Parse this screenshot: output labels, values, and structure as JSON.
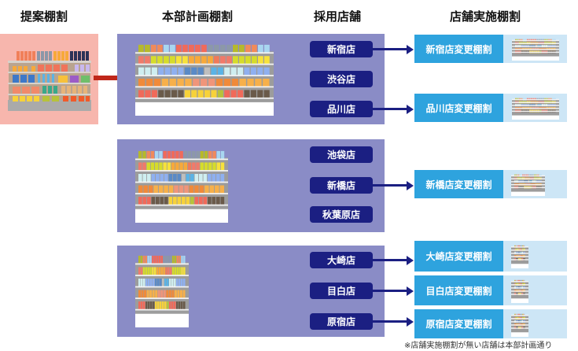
{
  "headers": {
    "proposal": "提案棚割",
    "hq_plan": "本部計画棚割",
    "adopted_stores": "採用店舗",
    "store_impl": "店舗実施棚割"
  },
  "colors": {
    "proposal_bg": "#f7b6ad",
    "plan_bg": "#8a8cc6",
    "store_badge": "#1b1f82",
    "result_label": "#2ea3de",
    "result_thumb": "#cde6f6",
    "proposal_arrow": "#c0271a"
  },
  "groups": [
    {
      "shelf_size": "large",
      "stores": [
        {
          "name": "新宿店",
          "result": "新宿店変更棚割"
        },
        {
          "name": "渋谷店",
          "result": null
        },
        {
          "name": "品川店",
          "result": "品川店変更棚割"
        }
      ]
    },
    {
      "shelf_size": "medium",
      "stores": [
        {
          "name": "池袋店",
          "result": null
        },
        {
          "name": "新橋店",
          "result": "新橋店変更棚割"
        },
        {
          "name": "秋葉原店",
          "result": null
        }
      ]
    },
    {
      "shelf_size": "small",
      "stores": [
        {
          "name": "大崎店",
          "result": "大崎店変更棚割"
        },
        {
          "name": "目白店",
          "result": "目白店変更棚割"
        },
        {
          "name": "原宿店",
          "result": "原宿店変更棚割"
        }
      ]
    }
  ],
  "footnote": "※店舗実施棚割が無い店舗は本部計画通り"
}
